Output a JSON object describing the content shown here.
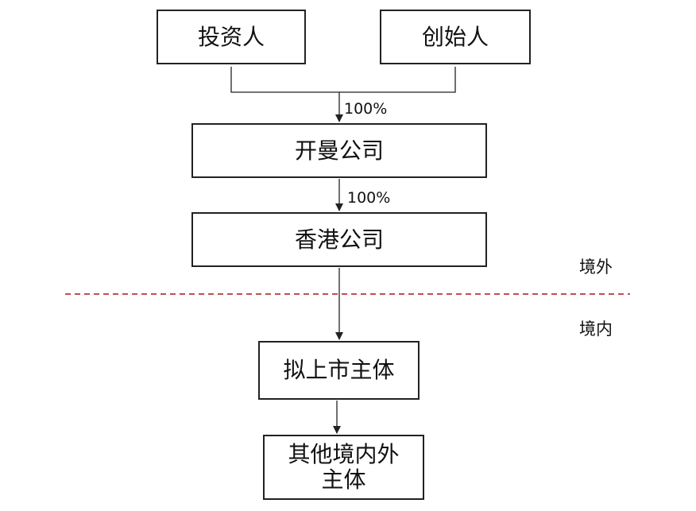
{
  "nodes": {
    "investor": "投资人",
    "founder": "创始人",
    "kaiman": "开曼公司",
    "hongkong": "香港公司",
    "listing": "拟上市主体",
    "other": "其他境内外\n主体"
  },
  "edges": {
    "to_kaiman_pct": "100%",
    "to_hongkong_pct": "100%"
  },
  "regions": {
    "offshore": "境外",
    "onshore": "境内"
  },
  "colors": {
    "border": "#222222",
    "divider": "#c0504d"
  }
}
